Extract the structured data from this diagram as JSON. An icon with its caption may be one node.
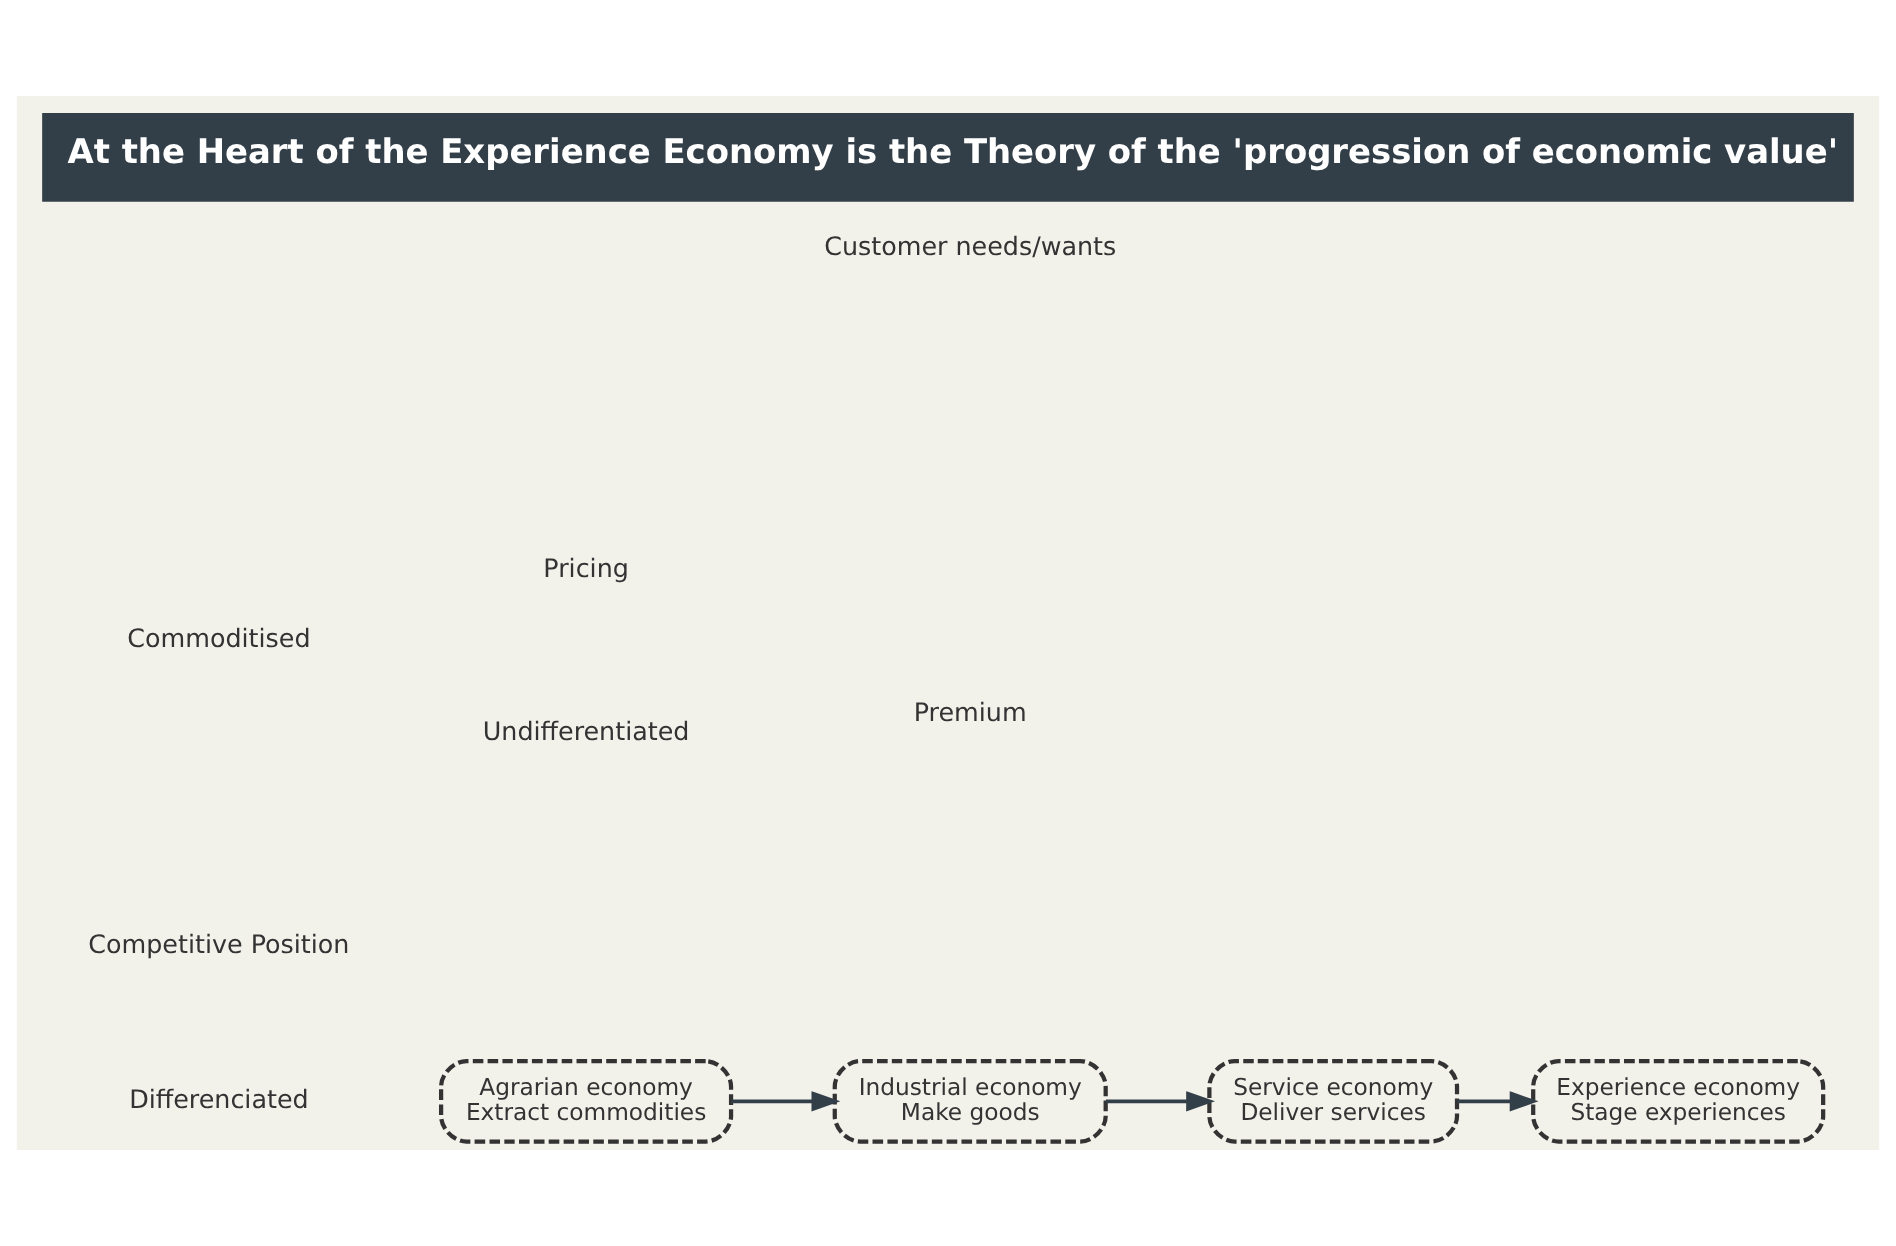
{
  "diagram": {
    "title": "At the Heart of the Experience Economy is the Theory of the 'progression of economic value'",
    "nodes": [
      {
        "text": [
          "Agrarian economy",
          "Extract commodities"
        ]
      },
      {
        "text": [
          "Industrial economy",
          "Make goods"
        ]
      },
      {
        "text": [
          "Service economy",
          "Deliver services"
        ]
      },
      {
        "text": [
          "Experience economy",
          "Stage experiences"
        ]
      }
    ],
    "edges": [
      {
        "from": 0,
        "to": 1,
        "arrow": "to"
      },
      {
        "from": 1,
        "to": 2,
        "arrow": "to"
      },
      {
        "from": 2,
        "to": 3,
        "arrow": "to"
      }
    ],
    "labels": [
      "Differenciated",
      "Competitive Position",
      "Undifferentiated",
      "Customer needs/wants",
      "Commoditised",
      "Pricing",
      "Premium"
    ]
  }
}
